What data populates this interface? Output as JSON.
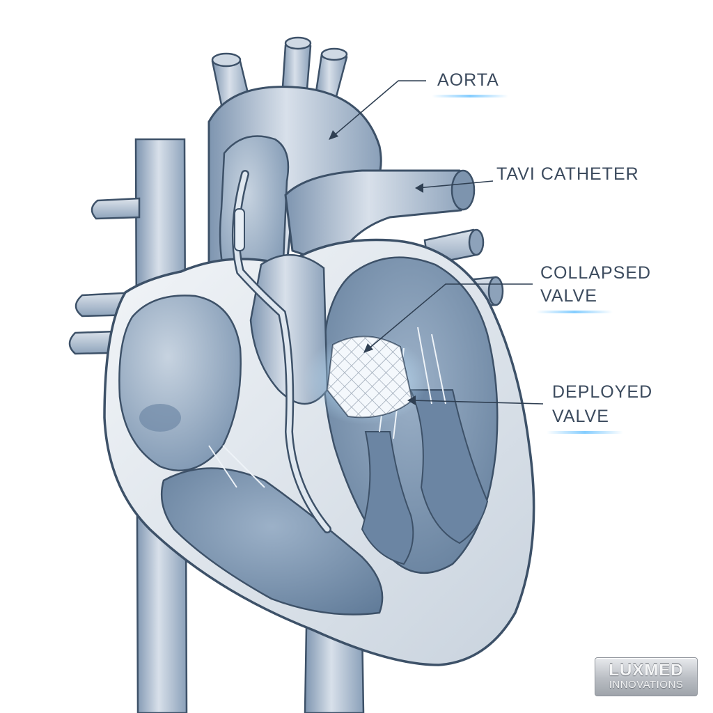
{
  "labels": {
    "aorta": "AORTA",
    "tavi_catheter": "TAVI CATHETER",
    "collapsed_valve_line1": "COLLAPSED",
    "collapsed_valve_line2": "VALVE",
    "deployed_valve_line1": "DEPLOYED",
    "deployed_valve_line2": "VALVE"
  },
  "logo": {
    "line1": "LUXMED",
    "line2": "INNOVATIONS"
  },
  "colors": {
    "outline": "#3d5168",
    "tissue_light": "#e6ebf1",
    "tissue_mid": "#9fb2c8",
    "tissue_dark": "#6d86a3",
    "highlight": "#7cc8ff"
  }
}
